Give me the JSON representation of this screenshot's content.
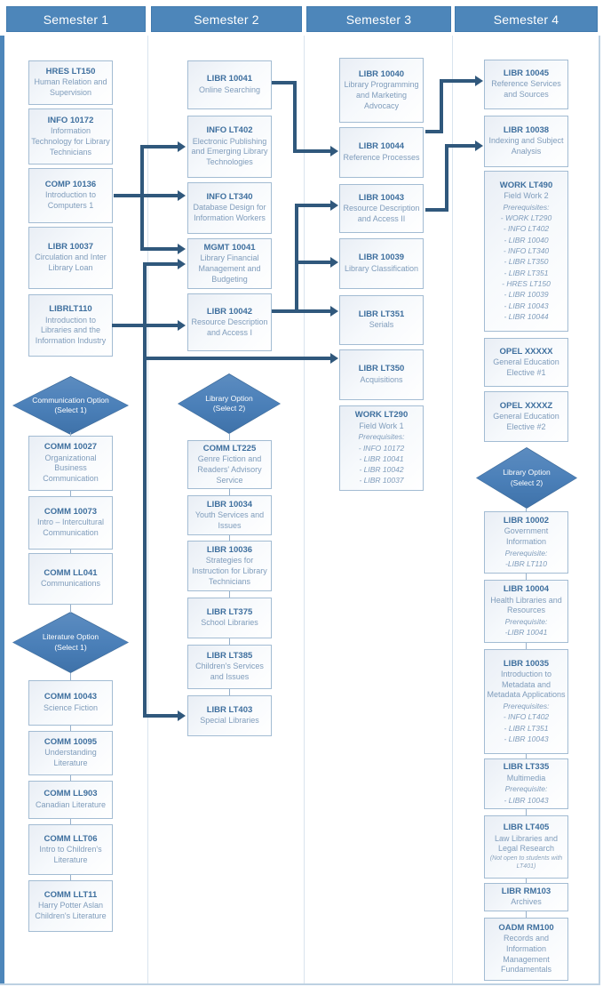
{
  "colors": {
    "header_fill": "#4d86ba",
    "diamond_fill": "#4a7fb8",
    "arrow": "#30587c",
    "box_border": "#a3bcd3",
    "code_text": "#3e6f9e",
    "title_text": "#7f9cbb"
  },
  "columns": [
    {
      "header": "Semester 1",
      "items": [
        {
          "type": "course",
          "code": "HRES LT150",
          "title": "Human Relation and Supervision"
        },
        {
          "type": "course",
          "code": "INFO 10172",
          "title": "Information Technology for Library Technicians"
        },
        {
          "type": "course",
          "code": "COMP 10136",
          "title": "Introduction to Computers 1"
        },
        {
          "type": "course",
          "code": "LIBR 10037",
          "title": "Circulation and Inter Library Loan"
        },
        {
          "type": "course",
          "code": "LIBRLT110",
          "title": "Introduction to Libraries and the Information Industry"
        },
        {
          "type": "diamond",
          "label": "Communication Option",
          "sublabel": "(Select 1)"
        },
        {
          "type": "course",
          "code": "COMM 10027",
          "title": "Organizational Business Communication"
        },
        {
          "type": "course",
          "code": "COMM 10073",
          "title": "Intro – Intercultural Communication"
        },
        {
          "type": "course",
          "code": "COMM LL041",
          "title": "Communications"
        },
        {
          "type": "diamond",
          "label": "Literature Option",
          "sublabel": "(Select 1)"
        },
        {
          "type": "course",
          "code": "COMM 10043",
          "title": "Science Fiction"
        },
        {
          "type": "course",
          "code": "COMM 10095",
          "title": "Understanding Literature"
        },
        {
          "type": "course",
          "code": "COMM LL903",
          "title": "Canadian Literature"
        },
        {
          "type": "course",
          "code": "COMM LLT06",
          "title": "Intro to Children's Literature"
        },
        {
          "type": "course",
          "code": "COMM LLT11",
          "title": "Harry Potter Aslan Children's Literature"
        }
      ]
    },
    {
      "header": "Semester 2",
      "items": [
        {
          "type": "course",
          "code": "LIBR 10041",
          "title": "Online Searching"
        },
        {
          "type": "course",
          "code": "INFO LT402",
          "title": "Electronic Publishing and Emerging Library Technologies"
        },
        {
          "type": "course",
          "code": "INFO LT340",
          "title": "Database Design for Information Workers"
        },
        {
          "type": "course",
          "code": "MGMT 10041",
          "title": "Library Financial Management and Budgeting"
        },
        {
          "type": "course",
          "code": "LIBR 10042",
          "title": "Resource Description and Access I"
        },
        {
          "type": "diamond",
          "label": "Library Option",
          "sublabel": "(Select 2)"
        },
        {
          "type": "course",
          "code": "COMM LT225",
          "title": "Genre Fiction and Readers' Advisory Service"
        },
        {
          "type": "course",
          "code": "LIBR 10034",
          "title": "Youth Services and Issues"
        },
        {
          "type": "course",
          "code": "LIBR 10036",
          "title": "Strategies for Instruction for Library Technicians"
        },
        {
          "type": "course",
          "code": "LIBR LT375",
          "title": "School Libraries"
        },
        {
          "type": "course",
          "code": "LIBR LT385",
          "title": "Children's Services and Issues"
        },
        {
          "type": "course",
          "code": "LIBR LT403",
          "title": "Special Libraries"
        }
      ]
    },
    {
      "header": "Semester 3",
      "items": [
        {
          "type": "course",
          "code": "LIBR 10040",
          "title": "Library Programming and Marketing Advocacy"
        },
        {
          "type": "course",
          "code": "LIBR 10044",
          "title": "Reference Processes"
        },
        {
          "type": "course",
          "code": "LIBR 10043",
          "title": "Resource Description and Access II"
        },
        {
          "type": "course",
          "code": "LIBR 10039",
          "title": "Library Classification"
        },
        {
          "type": "course",
          "code": "LIBR LT351",
          "title": "Serials"
        },
        {
          "type": "course",
          "code": "LIBR LT350",
          "title": "Acquisitions"
        },
        {
          "type": "course",
          "code": "WORK LT290",
          "title": "Field Work 1",
          "prereq_label": "Prerequisites:",
          "prereqs": [
            "- INFO 10172",
            "- LIBR 10041",
            "- LIBR 10042",
            "- LIBR 10037"
          ]
        }
      ]
    },
    {
      "header": "Semester 4",
      "items": [
        {
          "type": "course",
          "code": "LIBR 10045",
          "title": "Reference Services and Sources"
        },
        {
          "type": "course",
          "code": "LIBR 10038",
          "title": "Indexing and Subject Analysis"
        },
        {
          "type": "course",
          "code": "WORK LT490",
          "title": "Field Work 2",
          "prereq_label": "Prerequisites:",
          "prereqs": [
            "- WORK LT290",
            "- INFO LT402",
            "- LIBR 10040",
            "- INFO LT340",
            "- LIBR LT350",
            "- LIBR LT351",
            "- HRES LT150",
            "- LIBR 10039",
            "- LIBR 10043",
            "- LIBR 10044"
          ]
        },
        {
          "type": "course",
          "code": "OPEL XXXXX",
          "title": "General Education Elective #1"
        },
        {
          "type": "course",
          "code": "OPEL XXXXZ",
          "title": "General Education Elective #2"
        },
        {
          "type": "diamond",
          "label": "Library Option",
          "sublabel": "(Select 2)"
        },
        {
          "type": "course",
          "code": "LIBR 10002",
          "title": "Government Information",
          "prereq_label": "Prerequisite:",
          "prereqs": [
            "-LIBR LT110"
          ]
        },
        {
          "type": "course",
          "code": "LIBR 10004",
          "title": "Health Libraries and Resources",
          "prereq_label": "Prerequisite:",
          "prereqs": [
            "-LIBR 10041"
          ]
        },
        {
          "type": "course",
          "code": "LIBR 10035",
          "title": "Introduction to Metadata and Metadata Applications",
          "prereq_label": "Prerequisites:",
          "prereqs": [
            "- INFO LT402",
            "- LIBR LT351",
            "- LIBR 10043"
          ]
        },
        {
          "type": "course",
          "code": "LIBR LT335",
          "title": "Multimedia",
          "prereq_label": "Prerequisite:",
          "prereqs": [
            "- LIBR 10043"
          ]
        },
        {
          "type": "course",
          "code": "LIBR LT405",
          "title": "Law Libraries and Legal Research",
          "note": "(Not open to students with LT401)"
        },
        {
          "type": "course",
          "code": "LIBR RM103",
          "title": "Archives"
        },
        {
          "type": "course",
          "code": "OADM RM100",
          "title": "Records and Information Management Fundamentals"
        }
      ]
    }
  ]
}
